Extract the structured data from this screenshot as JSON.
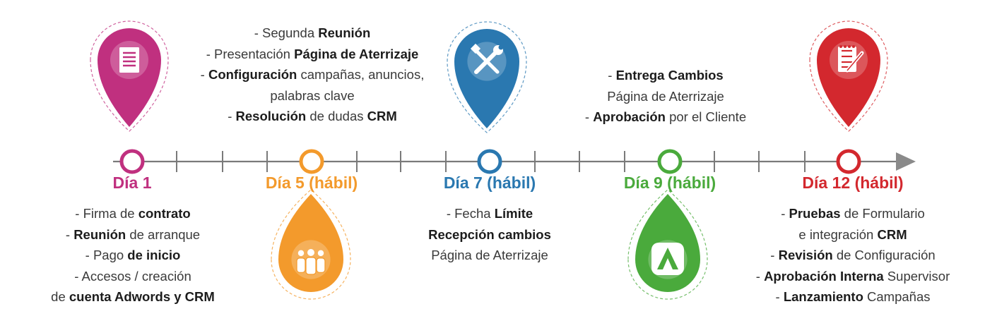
{
  "milestones": [
    {
      "day": "Día 1",
      "color": "#c0307f",
      "icon": "document-icon",
      "tasks": [
        [
          "- Firma de ",
          "contrato",
          ""
        ],
        [
          "- ",
          "Reunión",
          " de arranque"
        ],
        [
          "- Pago ",
          "de inicio",
          ""
        ],
        [
          "- Accesos / creación",
          "",
          ""
        ],
        [
          "de ",
          "cuenta Adwords y CRM",
          ""
        ]
      ]
    },
    {
      "day": "Día 5 (hábil)",
      "color": "#f39a2c",
      "icon": "team-icon",
      "tasks": [
        [
          "- Segunda ",
          "Reunión",
          ""
        ],
        [
          "- Presentación ",
          "Página de Aterrizaje",
          ""
        ],
        [
          "- ",
          "Configuración",
          " campañas, anuncios,"
        ],
        [
          "palabras clave",
          "",
          ""
        ],
        [
          "- ",
          "Resolución",
          " de dudas ",
          "CRM"
        ]
      ]
    },
    {
      "day": "Día 7 (hábil)",
      "color": "#2a78b0",
      "icon": "tools-icon",
      "tasks": [
        [
          "- Fecha ",
          "Límite",
          ""
        ],
        [
          "",
          "Recepción cambios",
          ""
        ],
        [
          "Página de Aterrizaje",
          "",
          ""
        ]
      ]
    },
    {
      "day": "Día 9 (hábil)",
      "color": "#4aaa3c",
      "icon": "logo-a-icon",
      "tasks": [
        [
          "- ",
          "Entrega Cambios",
          ""
        ],
        [
          "Página de Aterrizaje",
          "",
          ""
        ],
        [
          "-  ",
          "Aprobación",
          "  por el Cliente"
        ]
      ]
    },
    {
      "day": "Día 12 (hábil)",
      "color": "#d3282e",
      "icon": "checklist-icon",
      "tasks": [
        [
          "- ",
          "Pruebas",
          " de Formulario"
        ],
        [
          "e integración ",
          "CRM",
          ""
        ],
        [
          "- ",
          "Revisión",
          " de Configuración"
        ],
        [
          "- ",
          "Aprobación Interna",
          " Supervisor"
        ],
        [
          "- ",
          "Lanzamiento",
          " Campañas"
        ]
      ]
    }
  ],
  "timeline": {
    "line_color": "#7a7a7a",
    "arrow_color": "#8a8a8a"
  }
}
